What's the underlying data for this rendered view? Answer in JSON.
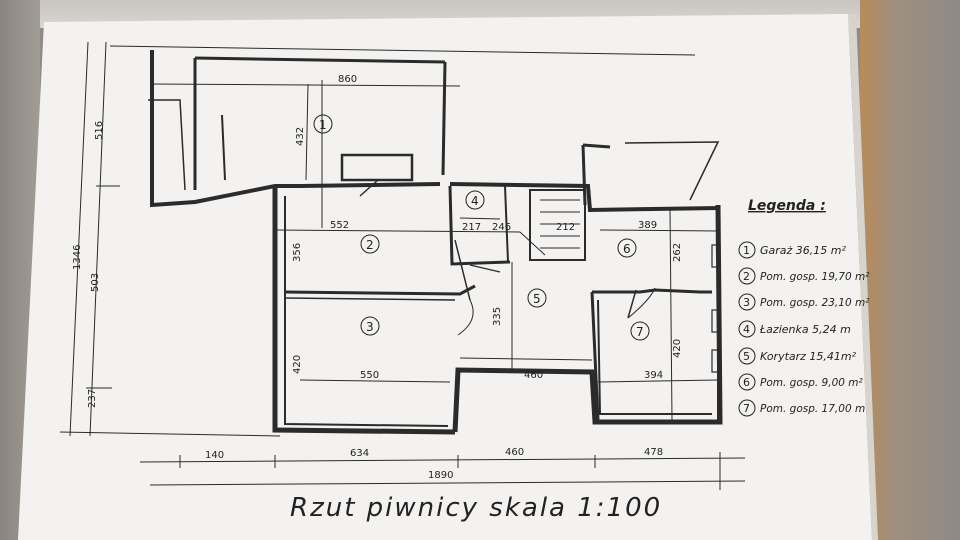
{
  "drawing": {
    "dimensions": {
      "top_860": "860",
      "left_516": "516",
      "left_1346": "1346",
      "left_503": "503",
      "left_237": "237",
      "r1_432": "432",
      "r2_552": "552",
      "r2_356": "356",
      "r3_420": "420",
      "r3_550": "550",
      "r4_217": "217",
      "r4_246": "246",
      "stair_212": "212",
      "r5_335": "335",
      "r5_460": "460",
      "r6_389": "389",
      "r6_262": "262",
      "r7_420": "420",
      "r7_394": "394",
      "bottom_140": "140",
      "bottom_634": "634",
      "bottom_460": "460",
      "bottom_478": "478",
      "bottom_total": "1890"
    },
    "room_numbers": [
      "1",
      "2",
      "3",
      "4",
      "5",
      "6",
      "7"
    ],
    "title": "Rzut piwnicy skala 1:100"
  },
  "legend": {
    "heading": "Legenda :",
    "items": [
      {
        "num": "1",
        "text": "Garaż 36,15 m²"
      },
      {
        "num": "2",
        "text": "Pom. gosp. 19,70 m²"
      },
      {
        "num": "3",
        "text": "Pom. gosp. 23,10 m²"
      },
      {
        "num": "4",
        "text": "Łazienka 5,24 m"
      },
      {
        "num": "5",
        "text": "Korytarz 15,41m²"
      },
      {
        "num": "6",
        "text": "Pom. gosp. 9,00 m²"
      },
      {
        "num": "7",
        "text": "Pom. gosp. 17,00 m"
      }
    ]
  }
}
